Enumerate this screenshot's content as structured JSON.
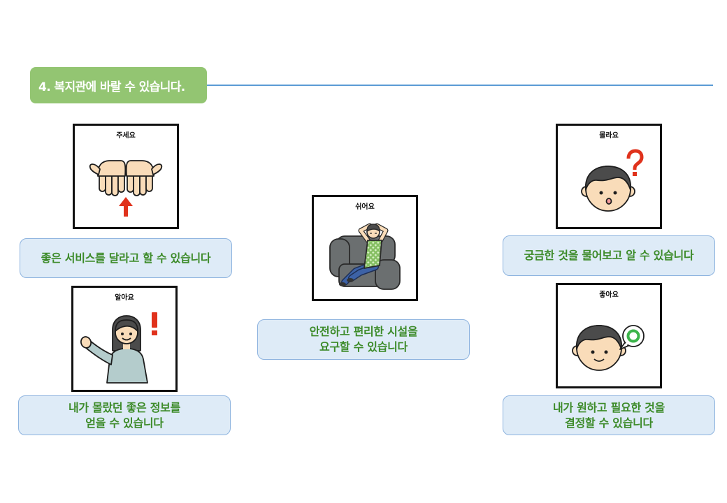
{
  "header": {
    "title": "4. 복지관에 바랄 수 있습니다."
  },
  "colors": {
    "header_green": "#93c572",
    "divider_blue": "#5b9bd5",
    "caption_bg": "#deebf7",
    "caption_border": "#8db3df",
    "caption_text": "#3d8b2a",
    "accent_red": "#e0321c",
    "ok_green": "#3cb44b"
  },
  "cards": [
    {
      "label": "주세요",
      "icon": "open-hands-icon",
      "caption": [
        "좋은 서비스를 달라고 할 수 있습니다"
      ]
    },
    {
      "label": "알아요",
      "icon": "waving-woman-icon",
      "caption": [
        "내가 몰랐던 좋은 정보를",
        "얻을 수 있습니다"
      ]
    },
    {
      "label": "쉬어요",
      "icon": "resting-on-sofa-icon",
      "caption": [
        "안전하고 편리한 시설을",
        "요구할 수 있습니다"
      ]
    },
    {
      "label": "몰라요",
      "icon": "confused-face-icon",
      "caption": [
        "궁금한 것을 물어보고 알 수 있습니다"
      ]
    },
    {
      "label": "좋아요",
      "icon": "happy-face-icon",
      "caption": [
        "내가 원하고 필요한 것을",
        "결정할 수 있습니다"
      ]
    }
  ]
}
